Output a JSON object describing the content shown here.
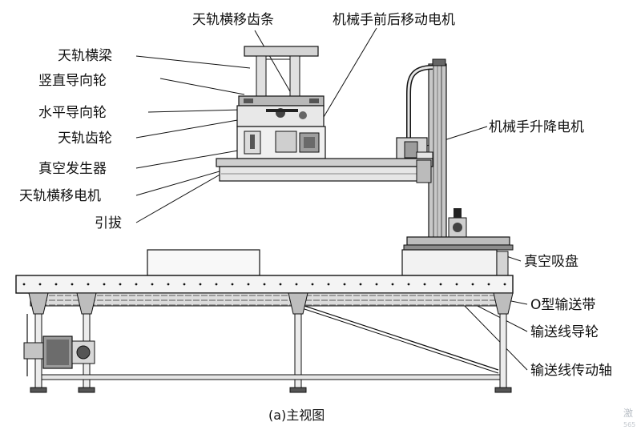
{
  "caption": "(a)主视图",
  "watermark": {
    "glyph": "激",
    "code": "565"
  },
  "labels": {
    "sky_rail_rack": "天轨横移齿条",
    "manipulator_fb_motor": "机械手前后移动电机",
    "sky_rail_beam": "天轨横梁",
    "vertical_guide_wheel": "竖直导向轮",
    "horizontal_guide_wheel": "水平导向轮",
    "sky_rail_gear": "天轨齿轮",
    "vacuum_generator": "真空发生器",
    "sky_rail_traverse_motor": "天轨横移电机",
    "drawer": "引拔",
    "manipulator_lift_motor": "机械手升降电机",
    "vacuum_sucker": "真空吸盘",
    "o_belt": "O型输送带",
    "conveyor_guide_wheel": "输送线导轮",
    "conveyor_drive_shaft": "输送线传动轴"
  }
}
